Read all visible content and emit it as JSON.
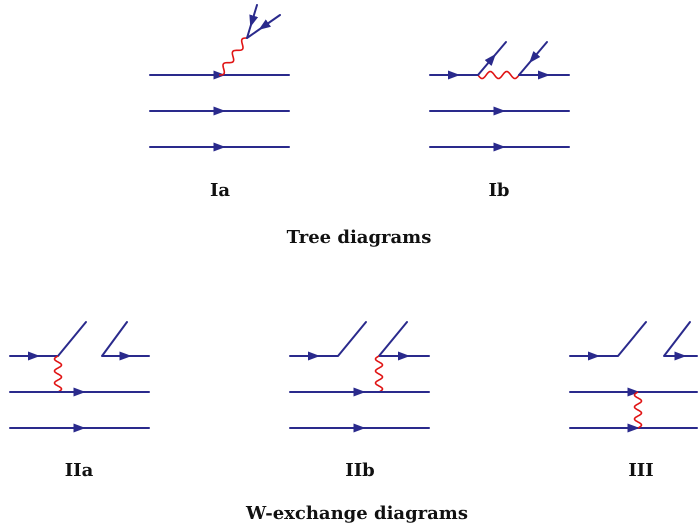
{
  "colors": {
    "fermion": "#2a2a8c",
    "boson": "#e01414",
    "text": "#111111",
    "background": "#ffffff"
  },
  "diagrams": [
    {
      "id": "Ia",
      "label": "Ia"
    },
    {
      "id": "Ib",
      "label": "Ib"
    },
    {
      "id": "IIa",
      "label": "IIa"
    },
    {
      "id": "IIb",
      "label": "IIb"
    },
    {
      "id": "III",
      "label": "III"
    }
  ],
  "sections": {
    "tree": "Tree diagrams",
    "w_exchange": "W-exchange diagrams"
  }
}
